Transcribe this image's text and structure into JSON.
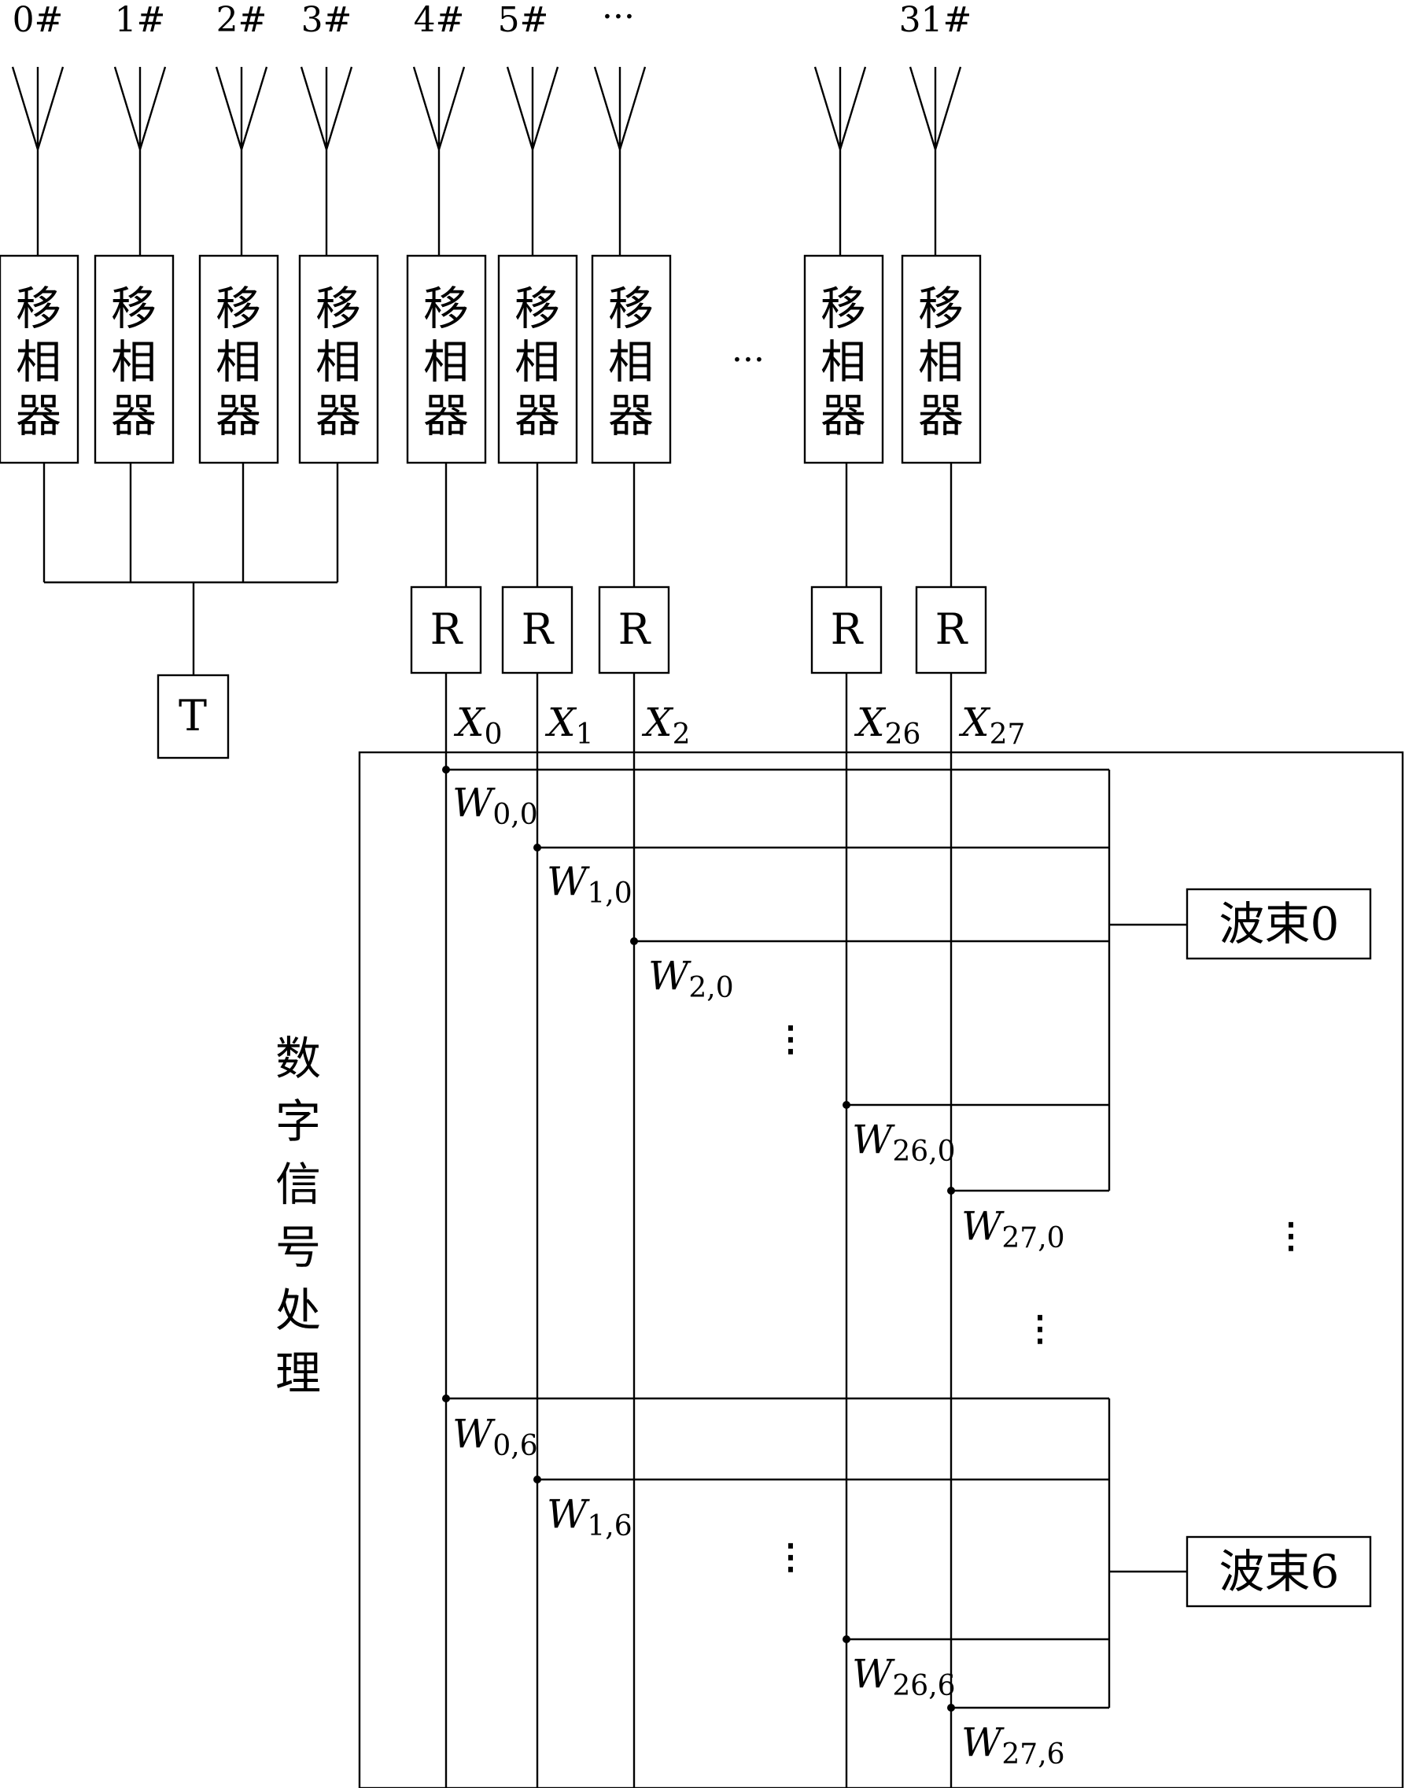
{
  "antenna_labels": [
    "0#",
    "1#",
    "2#",
    "3#",
    "4#",
    "5#",
    "···",
    "31#"
  ],
  "phase_shifter_label": [
    "移",
    "相",
    "器"
  ],
  "phase_shifter_gap": "···",
  "transmit_box": "T",
  "receive_box": "R",
  "channels": [
    {
      "var": "X",
      "sub": "0"
    },
    {
      "var": "X",
      "sub": "1"
    },
    {
      "var": "X",
      "sub": "2"
    },
    {
      "var": "X",
      "sub": "26"
    },
    {
      "var": "X",
      "sub": "27"
    }
  ],
  "dsp_label": [
    "数",
    "字",
    "信",
    "号",
    "处",
    "理"
  ],
  "weight_groups": [
    {
      "output": "波束0",
      "weights": [
        {
          "var": "W",
          "sub": "0,0"
        },
        {
          "var": "W",
          "sub": "1,0"
        },
        {
          "var": "W",
          "sub": "2,0"
        },
        {
          "var": "W",
          "sub": "26,0"
        },
        {
          "var": "W",
          "sub": "27,0"
        }
      ]
    },
    {
      "output": "波束6",
      "weights": [
        {
          "var": "W",
          "sub": "0,6"
        },
        {
          "var": "W",
          "sub": "1,6"
        },
        {
          "var": "W",
          "sub": "26,6"
        },
        {
          "var": "W",
          "sub": "27,6"
        }
      ]
    }
  ],
  "ellipsis_vertical": "⋮"
}
